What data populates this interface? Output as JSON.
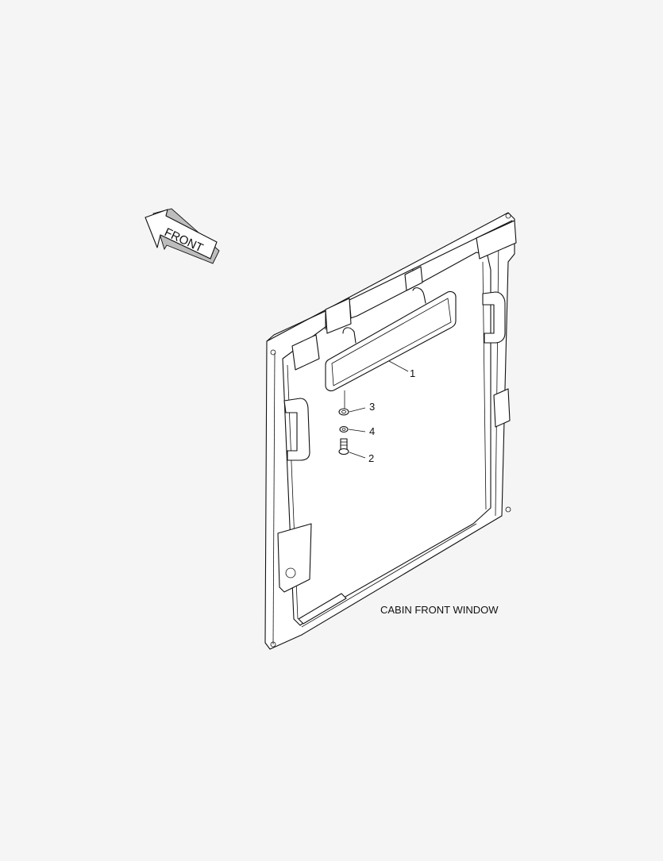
{
  "diagram": {
    "title": "CABIN FRONT WINDOW",
    "direction_label": "FRONT",
    "callouts": [
      {
        "id": "1",
        "label": "1"
      },
      {
        "id": "2",
        "label": "2"
      },
      {
        "id": "3",
        "label": "3"
      },
      {
        "id": "4",
        "label": "4"
      }
    ],
    "line_color": "#111111",
    "background": "#f5f5f5"
  }
}
